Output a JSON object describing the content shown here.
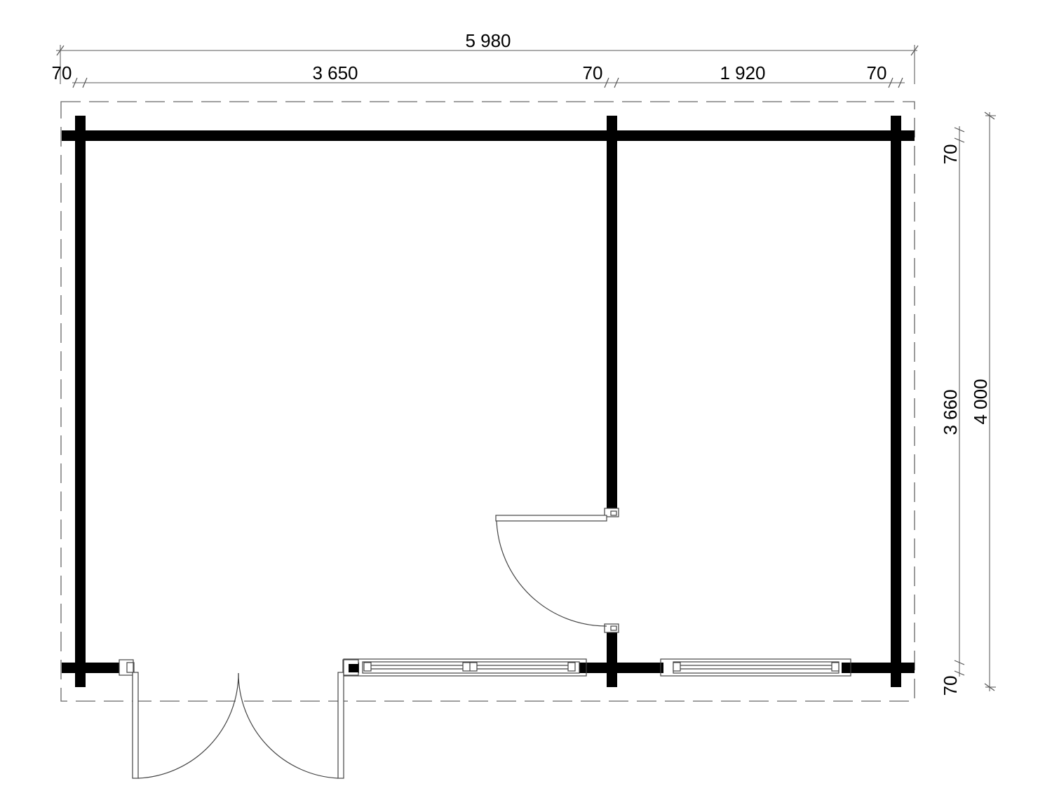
{
  "drawing": {
    "type": "floor-plan",
    "units": "mm",
    "background": "#ffffff",
    "wall_color": "#000000",
    "line_color": "#444444"
  },
  "dimensions": {
    "overall_width": "5 980",
    "top_segments": [
      {
        "label": "70",
        "role": "left-wall"
      },
      {
        "label": "3 650",
        "role": "room-1-interior"
      },
      {
        "label": "70",
        "role": "partition-wall"
      },
      {
        "label": "1 920",
        "role": "room-2-interior"
      },
      {
        "label": "70",
        "role": "right-wall"
      }
    ],
    "right_segments": [
      {
        "label": "70",
        "role": "top-wall"
      },
      {
        "label": "3 660",
        "role": "interior-depth"
      },
      {
        "label": "70",
        "role": "bottom-wall"
      }
    ],
    "overall_depth": "4 000"
  },
  "elements": {
    "double_door": {
      "label": "front double door",
      "location": "bottom-left"
    },
    "interior_door": {
      "label": "partition door",
      "location": "partition-wall"
    },
    "window_left": {
      "label": "double window",
      "location": "bottom wall, room 1"
    },
    "window_right": {
      "label": "window",
      "location": "bottom wall, room 2"
    },
    "roof_outline": {
      "label": "roof overhang (dashed)"
    }
  }
}
